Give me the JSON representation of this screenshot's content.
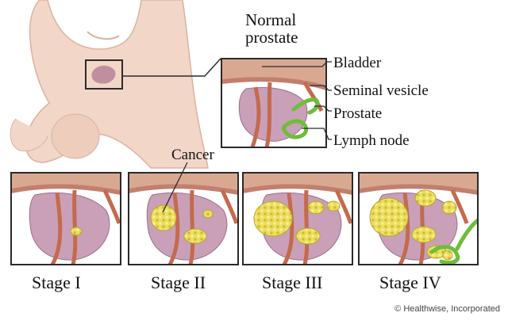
{
  "normal_panel": {
    "title": "Normal prostate",
    "labels": {
      "bladder": "Bladder",
      "seminal_vesicle": "Seminal vesicle",
      "prostate": "Prostate",
      "lymph_node": "Lymph node"
    }
  },
  "cancer_label": "Cancer",
  "stages": [
    {
      "label": "Stage I"
    },
    {
      "label": "Stage II"
    },
    {
      "label": "Stage III"
    },
    {
      "label": "Stage IV"
    }
  ],
  "credit": "© Healthwise, Incorporated",
  "colors": {
    "skin": "#f2d6c8",
    "prostate": "#c9a0b8",
    "bladder_tissue": "#d8a990",
    "vessel": "#c46a4e",
    "tumor": "#ecde5c",
    "lymph": "#6fbd3a",
    "frame": "#2a2a2a"
  }
}
